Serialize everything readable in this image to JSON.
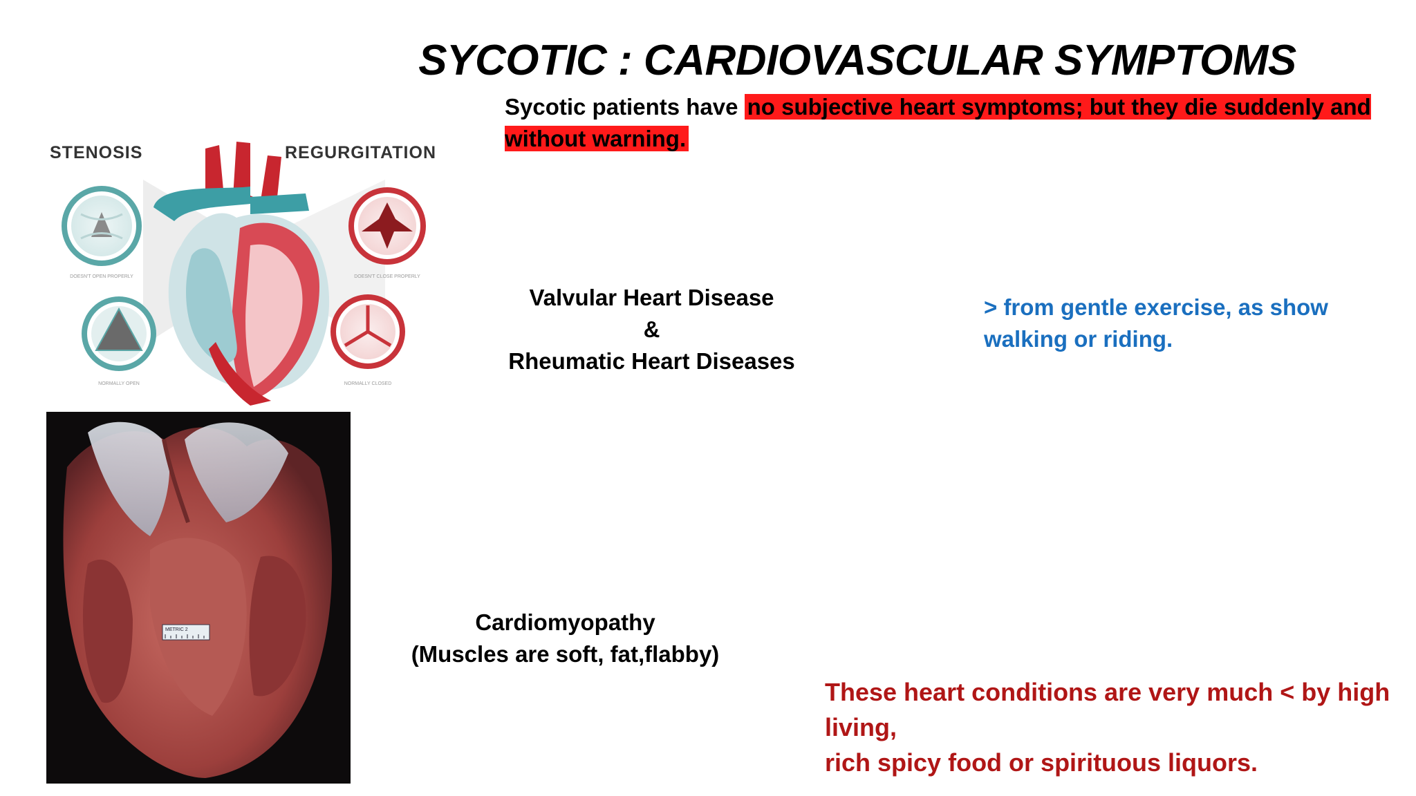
{
  "slide": {
    "title": "SYCOTIC : CARDIOVASCULAR SYMPTOMS",
    "intro": {
      "plain": "Sycotic patients have ",
      "highlighted": "no subjective heart symptoms; but they die suddenly and without warning."
    },
    "valvular": {
      "line1": "Valvular Heart Disease",
      "line2": "&",
      "line3": "Rheumatic Heart Diseases"
    },
    "exercise": {
      "line1": "> from gentle exercise, as show",
      "line2": "walking or riding."
    },
    "cardiomyopathy": {
      "line1": "Cardiomyopathy",
      "line2": "(Muscles are soft, fat,flabby)"
    },
    "conditions": {
      "line1": "These heart conditions are very much < by high",
      "line2": "living,",
      "line3": "rich spicy food or spirituous liquors."
    }
  },
  "valve_figure": {
    "label_left": "STENOSIS",
    "label_right": "REGURGITATION",
    "caption_tl": "DOESN'T OPEN PROPERLY",
    "caption_bl": "NORMALLY OPEN",
    "caption_tr": "DOESN'T CLOSE PROPERLY",
    "caption_br": "NORMALLY CLOSED"
  },
  "specimen": {
    "ruler_label": "METRIC 2"
  },
  "colors": {
    "highlight": "#ff1a1a",
    "blue_text": "#1a6fbf",
    "red_text": "#b01616",
    "valve_teal": "#5aa7a7",
    "valve_red": "#c8333a"
  }
}
